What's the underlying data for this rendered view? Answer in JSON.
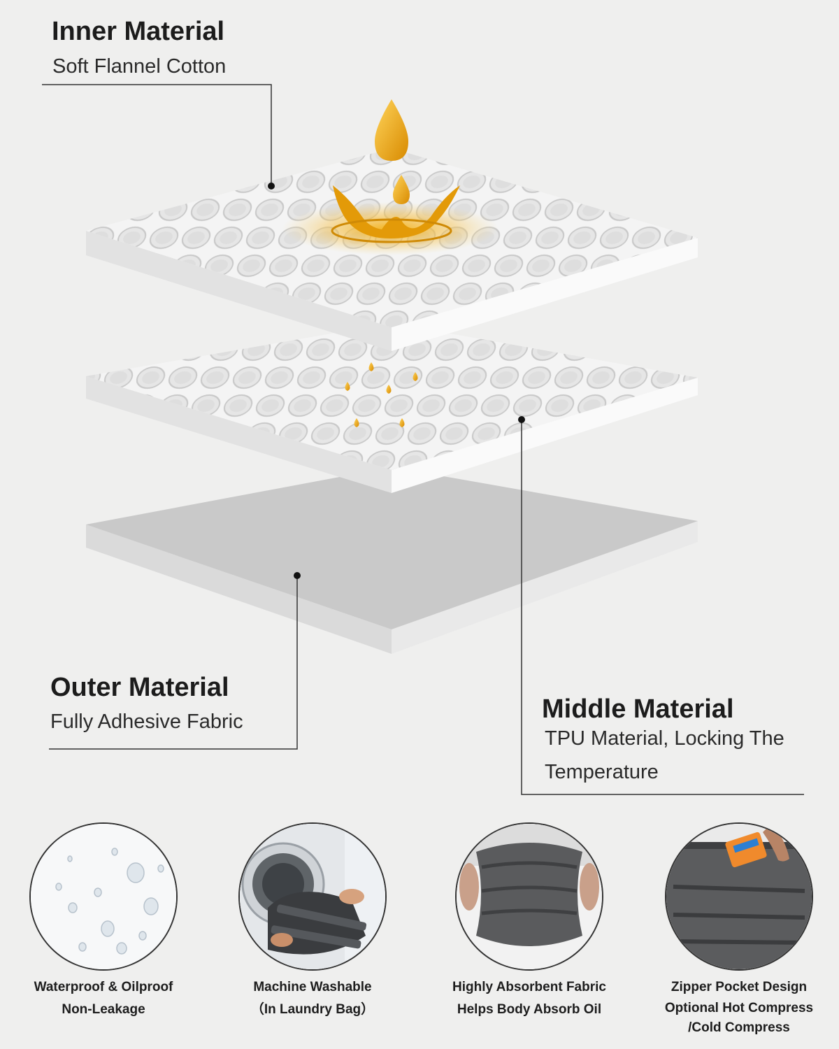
{
  "inner": {
    "title": "Inner Material",
    "subtitle": "Soft Flannel Cotton"
  },
  "outer": {
    "title": "Outer Material",
    "subtitle": "Fully Adhesive Fabric"
  },
  "middle": {
    "title": "Middle Material",
    "subtitle_line1": "TPU Material, Locking The",
    "subtitle_line2": "Temperature"
  },
  "features": [
    {
      "icon": "water-drops-icon",
      "line1": "Waterproof & Oilproof",
      "line2": "Non-Leakage"
    },
    {
      "icon": "washing-machine-icon",
      "line1": "Machine Washable",
      "line2": "（In Laundry Bag）"
    },
    {
      "icon": "back-support-belt-icon",
      "line1": "Highly Absorbent Fabric",
      "line2": "Helps Body Absorb Oil"
    },
    {
      "icon": "zipper-pocket-icon",
      "line1": "Zipper Pocket Design",
      "line2": "Optional Hot Compress",
      "line3": "/Cold Compress"
    }
  ],
  "colors": {
    "background": "#efefee",
    "oil": "#e8a20c",
    "fabric_grey": "#5b5c5e"
  }
}
